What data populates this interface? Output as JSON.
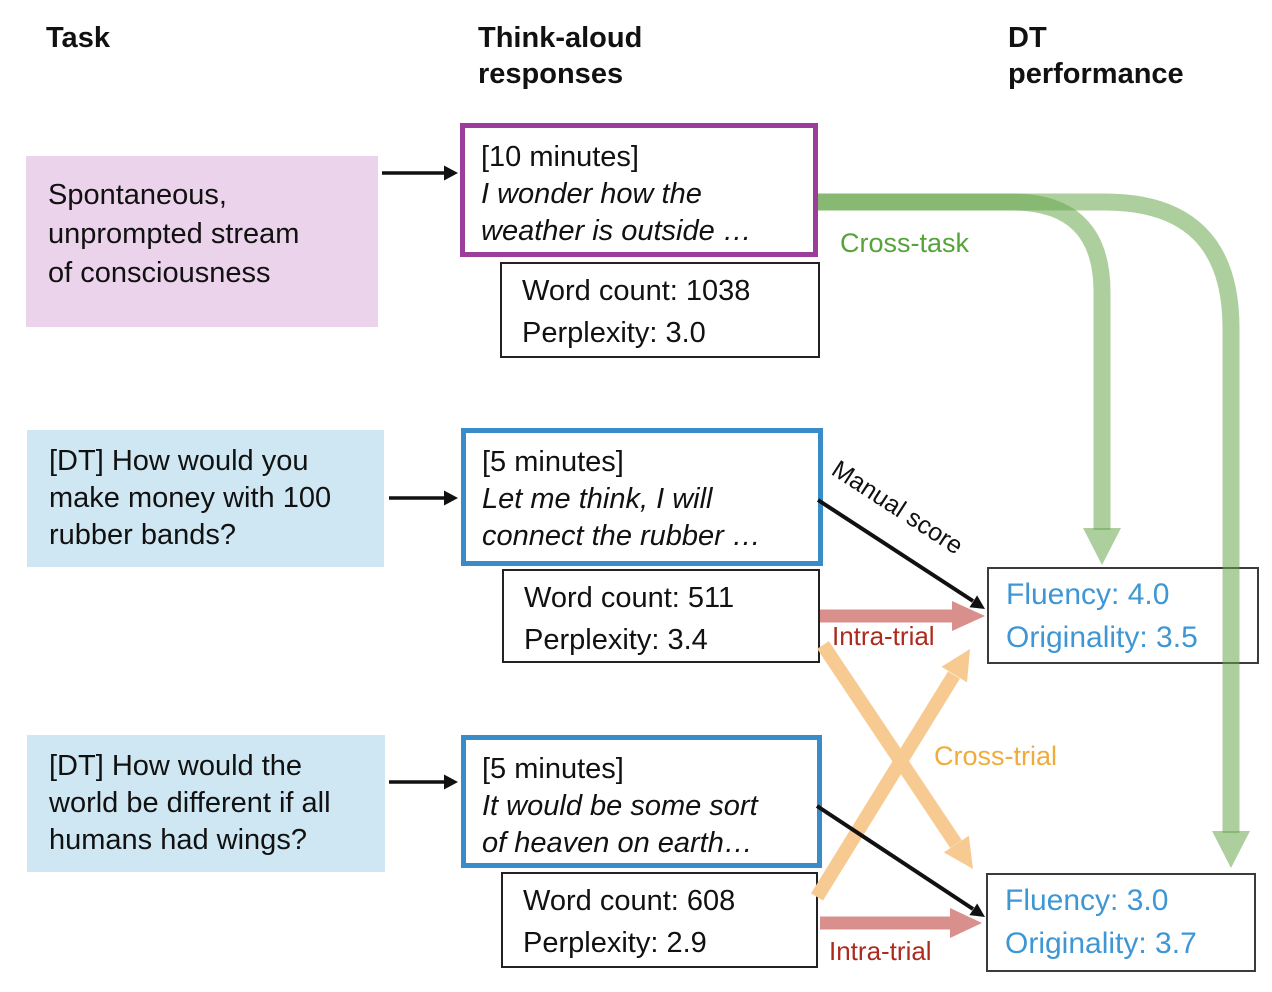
{
  "headers": {
    "col1": "Task",
    "col2": "Think-aloud\nresponses",
    "col3": "DT\nperformance"
  },
  "rows": [
    {
      "task": "Spontaneous,\nunprompted stream\nof consciousness",
      "duration": "[10 minutes]",
      "quote": "I wonder how the\nweather is outside …",
      "stats": {
        "word_count": "Word count: 1038",
        "perplexity": "Perplexity: 3.0"
      }
    },
    {
      "task": "[DT] How would you\nmake money with 100\nrubber bands?",
      "duration": "[5 minutes]",
      "quote": "Let me think, I will\nconnect the rubber …",
      "stats": {
        "word_count": "Word count: 511",
        "perplexity": "Perplexity: 3.4"
      }
    },
    {
      "task": "[DT] How would the\nworld be different if all\nhumans had wings?",
      "duration": "[5 minutes]",
      "quote": "It would be some sort\nof heaven on earth…",
      "stats": {
        "word_count": "Word count: 608",
        "perplexity": "Perplexity: 2.9"
      }
    }
  ],
  "performance": [
    {
      "fluency": "Fluency: 4.0",
      "originality": "Originality: 3.5"
    },
    {
      "fluency": "Fluency: 3.0",
      "originality": "Originality: 3.7"
    }
  ],
  "labels": {
    "cross_task": "Cross-task",
    "manual_score": "Manual score",
    "intra_trial": "Intra-trial",
    "cross_trial": "Cross-trial"
  },
  "colors": {
    "task1_fill": "#ecd3ec",
    "task_dt_fill": "#cfe7f3",
    "resp1_border": "#9b3d9b",
    "resp_dt_border": "#3a8cc8",
    "performance_text": "#3e97d4",
    "cross_task_green": "#56a33a",
    "green_arrow": "#6aa84f",
    "intra_trial_red": "#ad2a1f",
    "intra_arrow_pink": "#d9908c",
    "cross_trial_orange": "#f0ac3a",
    "orange_arrow": "#f7ca92",
    "black": "#111111"
  }
}
